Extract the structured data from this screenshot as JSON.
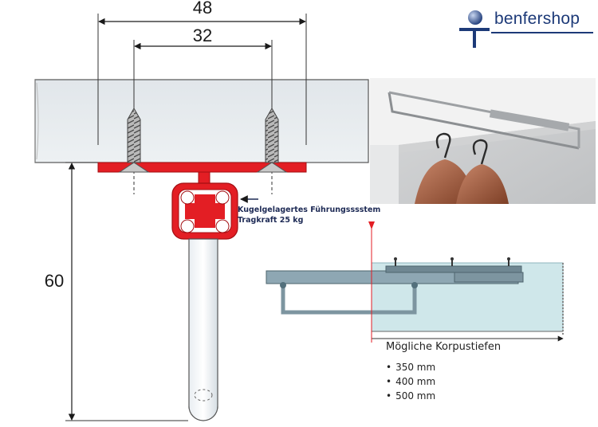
{
  "brand": {
    "logo_text": "benfershop",
    "colors": {
      "logo_blue": "#1d3a78",
      "rail_red": "#e31e24",
      "tube_gray": "#a9b4bd"
    }
  },
  "dimensions": {
    "outer_width": "48",
    "inner_width": "32",
    "height": "60"
  },
  "callout": {
    "line1": "Kugelgelagertes Führungsssstem",
    "line2": "Tragkraft 25 kg"
  },
  "depths": {
    "title": "Mögliche Korpustiefen",
    "items": [
      "350 mm",
      "400 mm",
      "500 mm"
    ]
  },
  "icons": [
    "screw-icon",
    "ball-bearing-icon",
    "arrow-left-icon",
    "hanger-icon",
    "logo-sphere-icon"
  ]
}
